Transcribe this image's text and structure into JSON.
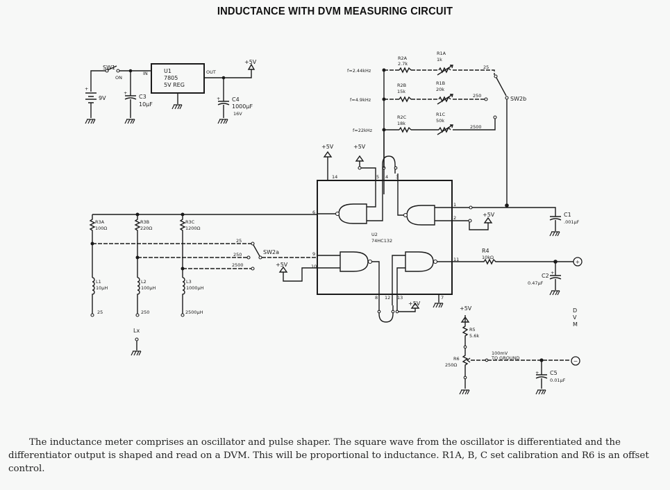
{
  "title": "INDUCTANCE WITH DVM MEASURING CIRCUIT",
  "power": {
    "switch": "SW1",
    "switch_state": "ON",
    "battery": "9V",
    "c3": {
      "name": "C3",
      "value": "10µF"
    },
    "regulator": {
      "name": "U1",
      "part": "7805",
      "desc": "5V REG",
      "in": "IN",
      "out": "OUT"
    },
    "c4": {
      "name": "C4",
      "value": "1000µF",
      "rating": "16V"
    },
    "vout": "+5V"
  },
  "oscillator": {
    "freqs": [
      "f≈2.44kHz",
      "f≈4.9kHz",
      "f≈22kHz"
    ],
    "r2": [
      {
        "name": "R2A",
        "value": "2.7k"
      },
      {
        "name": "R2B",
        "value": "15k"
      },
      {
        "name": "R2C",
        "value": "18k"
      }
    ],
    "r1": [
      {
        "name": "R1A",
        "value": "1k"
      },
      {
        "name": "R1B",
        "value": "20k"
      },
      {
        "name": "R1C",
        "value": "50k"
      }
    ],
    "ranges": [
      "25",
      "250",
      "2500"
    ],
    "switch": "SW2b"
  },
  "ic": {
    "name": "U2",
    "part": "74HC132",
    "pins": [
      "14",
      "5",
      "4",
      "3",
      "6",
      "1",
      "2",
      "9",
      "10",
      "11",
      "8",
      "12",
      "13",
      "7"
    ]
  },
  "supply_label": "+5V",
  "inductor_bank": {
    "r3": [
      {
        "name": "R3A",
        "value": "100Ω"
      },
      {
        "name": "R3B",
        "value": "220Ω"
      },
      {
        "name": "R3C",
        "value": "1200Ω"
      }
    ],
    "l": [
      {
        "name": "L1",
        "value": "10µH"
      },
      {
        "name": "L2",
        "value": "100µH"
      },
      {
        "name": "L3",
        "value": "1000µH"
      }
    ],
    "terminals": [
      "25",
      "250",
      "2500µH"
    ],
    "ranges": [
      "25",
      "250",
      "2500"
    ],
    "switch": "SW2a",
    "lx": "Lx"
  },
  "output": {
    "c1": {
      "name": "C1",
      "value": ".001µF"
    },
    "r4": {
      "name": "R4",
      "value": "10kΩ"
    },
    "c2": {
      "name": "C2",
      "value": "0.47µF"
    },
    "dvm": [
      "D",
      "V",
      "M"
    ],
    "plus": "+",
    "minus": "−"
  },
  "offset": {
    "r5": {
      "name": "R5",
      "value": "5.6k"
    },
    "r6": {
      "name": "R6",
      "value": "250Ω"
    },
    "note1": "100mV",
    "note2": "TO GROUND",
    "c5": {
      "name": "C5",
      "value": "0.01µF"
    }
  },
  "caption": "The inductance meter comprises an oscillator and pulse shaper. The square wave from the oscillator is differentiated and the differentiator output is shaped and read on a DVM. This will be proportional to inductance. R1A, B, C set calibration and R6 is an offset control."
}
